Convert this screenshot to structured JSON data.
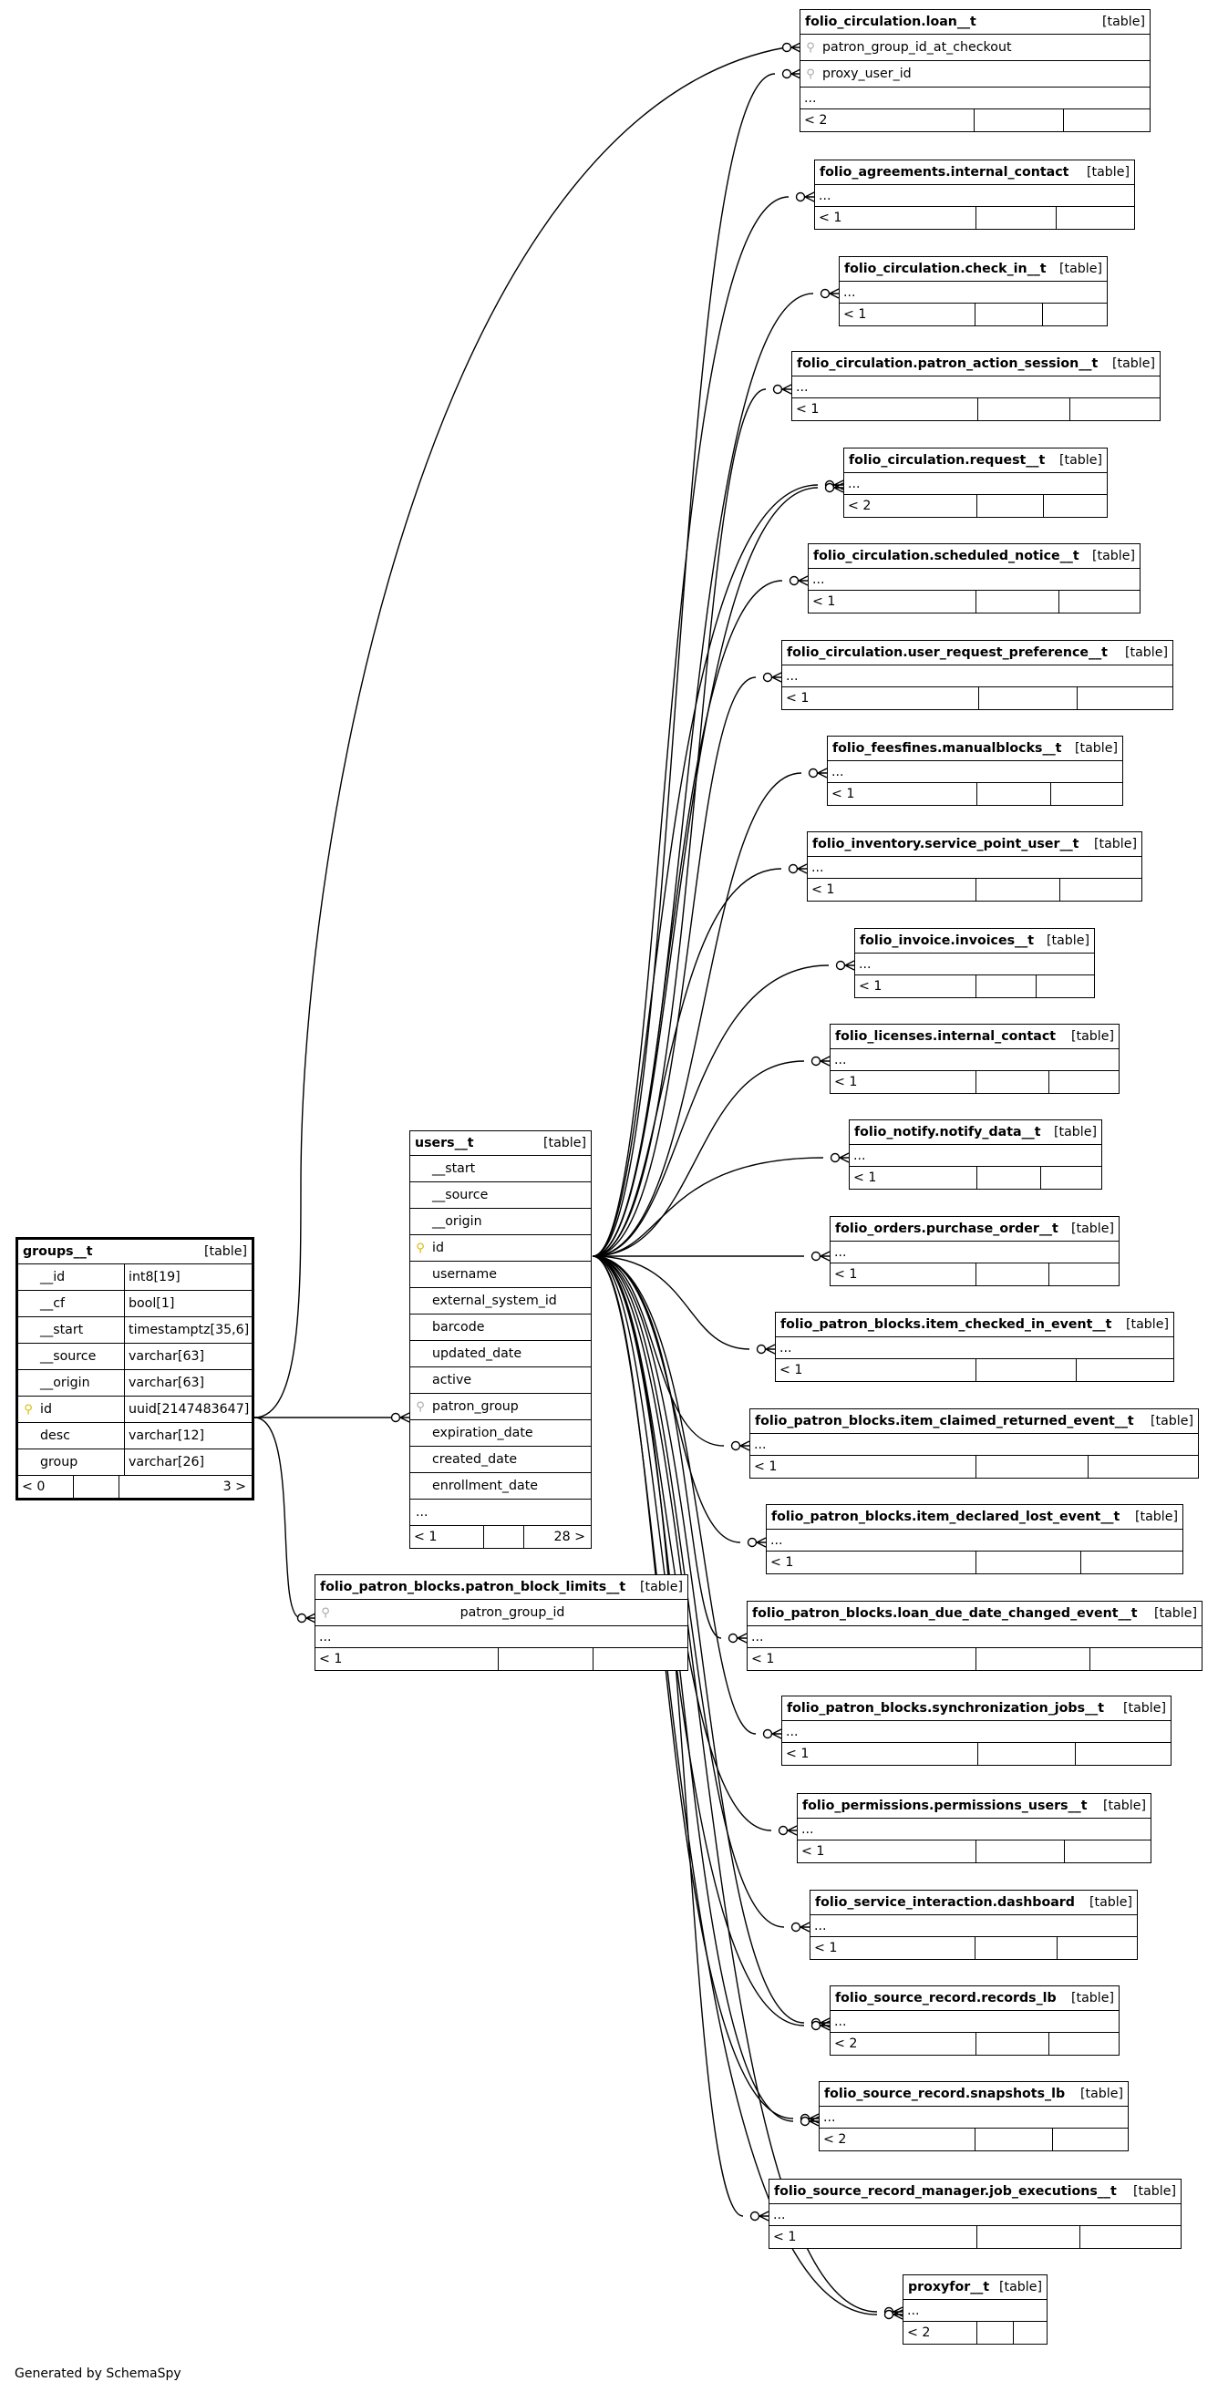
{
  "footer": "Generated by SchemaSpy",
  "icons": {
    "pk": "key-icon",
    "fk": "foreign-key-icon"
  },
  "groups": {
    "name": "groups__t",
    "type": "[table]",
    "columns": [
      {
        "name": "__id",
        "dtype": "int8[19]"
      },
      {
        "name": "__cf",
        "dtype": "bool[1]"
      },
      {
        "name": "__start",
        "dtype": "timestamptz[35,6]"
      },
      {
        "name": "__source",
        "dtype": "varchar[63]"
      },
      {
        "name": "__origin",
        "dtype": "varchar[63]"
      },
      {
        "name": "id",
        "dtype": "uuid[2147483647]",
        "key": "pk"
      },
      {
        "name": "desc",
        "dtype": "varchar[12]"
      },
      {
        "name": "group",
        "dtype": "varchar[26]"
      }
    ],
    "footer_left": "< 0",
    "footer_right": "3 >"
  },
  "users": {
    "name": "users__t",
    "type": "[table]",
    "columns": [
      {
        "name": "__start"
      },
      {
        "name": "__source"
      },
      {
        "name": "__origin"
      },
      {
        "name": "id",
        "key": "pk"
      },
      {
        "name": "username"
      },
      {
        "name": "external_system_id"
      },
      {
        "name": "barcode"
      },
      {
        "name": "updated_date"
      },
      {
        "name": "active"
      },
      {
        "name": "patron_group",
        "key": "fk"
      },
      {
        "name": "expiration_date"
      },
      {
        "name": "created_date"
      },
      {
        "name": "enrollment_date"
      },
      {
        "name": "..."
      }
    ],
    "footer_left": "< 1",
    "footer_right": "28 >"
  },
  "limits": {
    "name": "folio_patron_blocks.patron_block_limits__t",
    "type": "[table]",
    "columns": [
      {
        "name": "patron_group_id",
        "key": "fk"
      },
      {
        "name": "..."
      }
    ],
    "footer_left": "< 1"
  },
  "loan": {
    "name": "folio_circulation.loan__t",
    "type": "[table]",
    "columns": [
      {
        "name": "patron_group_id_at_checkout",
        "key": "fk"
      },
      {
        "name": "proxy_user_id",
        "key": "fk"
      },
      {
        "name": "..."
      }
    ],
    "footer_left": "< 2"
  },
  "others": [
    {
      "name": "folio_agreements.internal_contact",
      "type": "[table]",
      "rows": "...",
      "footer_left": "< 1"
    },
    {
      "name": "folio_circulation.check_in__t",
      "type": "[table]",
      "rows": "...",
      "footer_left": "< 1"
    },
    {
      "name": "folio_circulation.patron_action_session__t",
      "type": "[table]",
      "rows": "...",
      "footer_left": "< 1"
    },
    {
      "name": "folio_circulation.request__t",
      "type": "[table]",
      "rows": "...",
      "footer_left": "< 2"
    },
    {
      "name": "folio_circulation.scheduled_notice__t",
      "type": "[table]",
      "rows": "...",
      "footer_left": "< 1"
    },
    {
      "name": "folio_circulation.user_request_preference__t",
      "type": "[table]",
      "rows": "...",
      "footer_left": "< 1"
    },
    {
      "name": "folio_feesfines.manualblocks__t",
      "type": "[table]",
      "rows": "...",
      "footer_left": "< 1"
    },
    {
      "name": "folio_inventory.service_point_user__t",
      "type": "[table]",
      "rows": "...",
      "footer_left": "< 1"
    },
    {
      "name": "folio_invoice.invoices__t",
      "type": "[table]",
      "rows": "...",
      "footer_left": "< 1"
    },
    {
      "name": "folio_licenses.internal_contact",
      "type": "[table]",
      "rows": "...",
      "footer_left": "< 1"
    },
    {
      "name": "folio_notify.notify_data__t",
      "type": "[table]",
      "rows": "...",
      "footer_left": "< 1"
    },
    {
      "name": "folio_orders.purchase_order__t",
      "type": "[table]",
      "rows": "...",
      "footer_left": "< 1"
    },
    {
      "name": "folio_patron_blocks.item_checked_in_event__t",
      "type": "[table]",
      "rows": "...",
      "footer_left": "< 1"
    },
    {
      "name": "folio_patron_blocks.item_claimed_returned_event__t",
      "type": "[table]",
      "rows": "...",
      "footer_left": "< 1"
    },
    {
      "name": "folio_patron_blocks.item_declared_lost_event__t",
      "type": "[table]",
      "rows": "...",
      "footer_left": "< 1"
    },
    {
      "name": "folio_patron_blocks.loan_due_date_changed_event__t",
      "type": "[table]",
      "rows": "...",
      "footer_left": "< 1"
    },
    {
      "name": "folio_patron_blocks.synchronization_jobs__t",
      "type": "[table]",
      "rows": "...",
      "footer_left": "< 1"
    },
    {
      "name": "folio_permissions.permissions_users__t",
      "type": "[table]",
      "rows": "...",
      "footer_left": "< 1"
    },
    {
      "name": "folio_service_interaction.dashboard",
      "type": "[table]",
      "rows": "...",
      "footer_left": "< 1"
    },
    {
      "name": "folio_source_record.records_lb",
      "type": "[table]",
      "rows": "...",
      "footer_left": "< 2"
    },
    {
      "name": "folio_source_record.snapshots_lb",
      "type": "[table]",
      "rows": "...",
      "footer_left": "< 2"
    },
    {
      "name": "folio_source_record_manager.job_executions__t",
      "type": "[table]",
      "rows": "...",
      "footer_left": "< 1"
    },
    {
      "name": "proxyfor__t",
      "type": "[table]",
      "rows": "...",
      "footer_left": "< 2"
    }
  ]
}
